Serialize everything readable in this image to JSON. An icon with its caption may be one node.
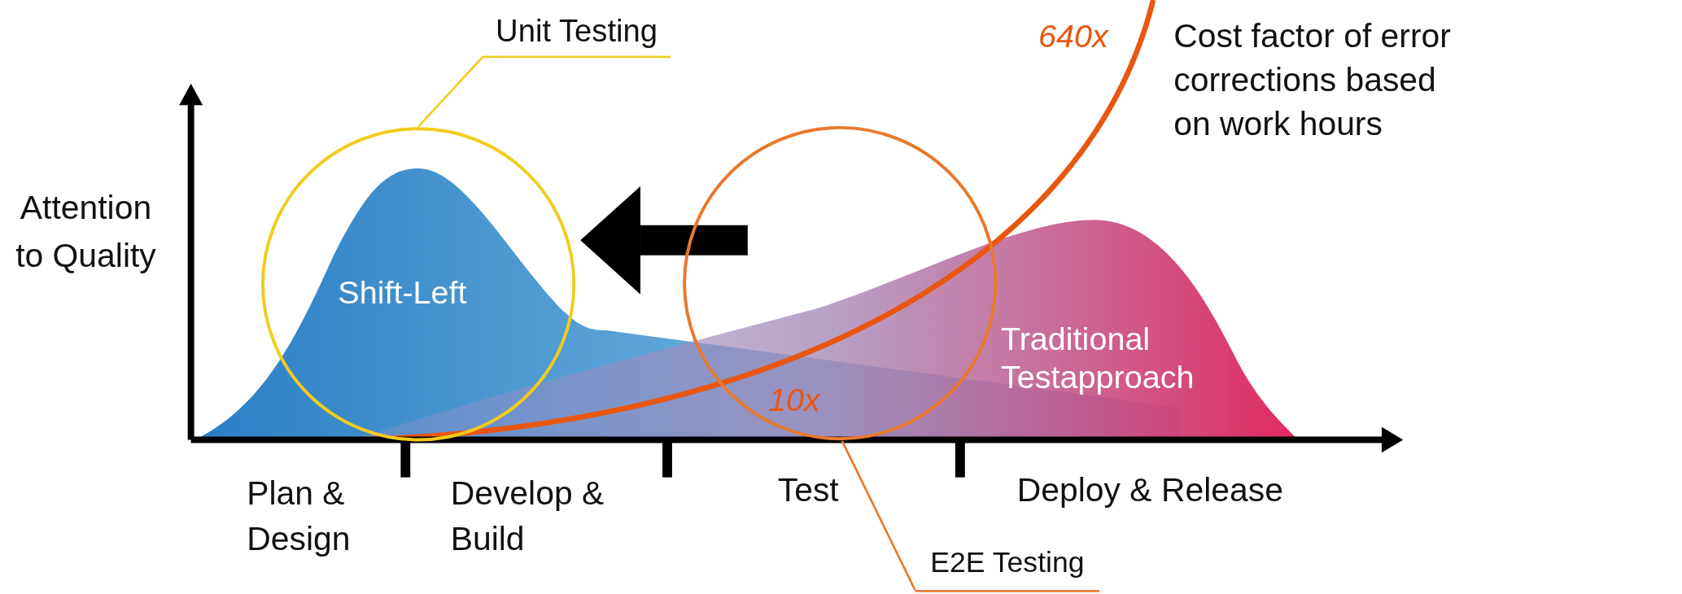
{
  "diagram": {
    "nodes": [
      {
        "text": [
          "Unit Testing"
        ]
      },
      {
        "text": [],
        "shape": "circle"
      },
      {
        "text": [
          "Shift-Left"
        ],
        "in": 1
      },
      {
        "text": [
          "Traditional Testapproach"
        ]
      },
      {
        "text": [],
        "shape": "circle"
      },
      {
        "text": [
          "E2E Testing"
        ]
      }
    ],
    "edges": [
      {
        "from": 0,
        "to": 1,
        "arrow": "none",
        "color": "#f2cc1c"
      },
      {
        "from": 5,
        "to": 4,
        "arrow": "none",
        "color": "#e8792b"
      },
      {
        "from": 4,
        "to": 1,
        "arrow": "to",
        "style": "thick",
        "color": "#000000"
      }
    ],
    "labels": [
      "640x",
      "Cost factor of error corrections based on work hours",
      "Attention to Quality",
      "10x",
      "Plan & Design",
      "Develop & Build",
      "Test",
      "Deploy & Release"
    ]
  }
}
